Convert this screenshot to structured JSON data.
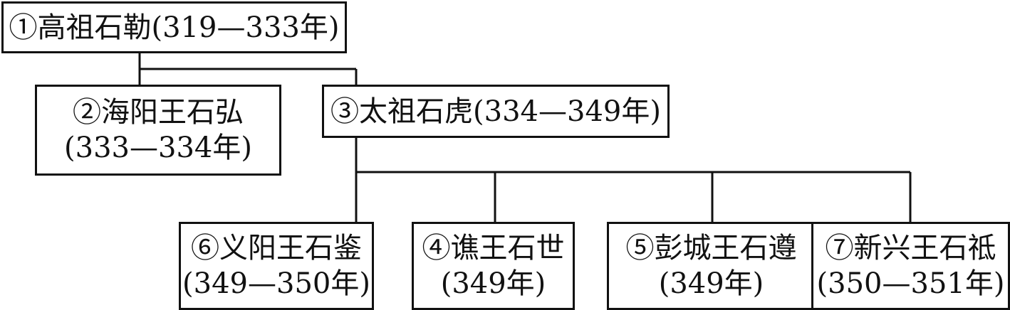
{
  "nodes": {
    "n1": {
      "name": "①高祖石勒",
      "years": "(319—333年)"
    },
    "n2": {
      "name": "②海阳王石弘",
      "years": "(333—334年)"
    },
    "n3": {
      "name": "③太祖石虎",
      "years": "(334—349年)"
    },
    "n4": {
      "name": "④谯王石世",
      "years": "(349年)"
    },
    "n5": {
      "name": "⑤彭城王石遵",
      "years": "(349年)"
    },
    "n6": {
      "name": "⑥义阳王石鉴",
      "years": "(349—350年)"
    },
    "n7": {
      "name": "⑦新兴王石祗",
      "years": "(350—351年)"
    }
  },
  "colors": {
    "line": "#111111",
    "background": "#ffffff"
  }
}
